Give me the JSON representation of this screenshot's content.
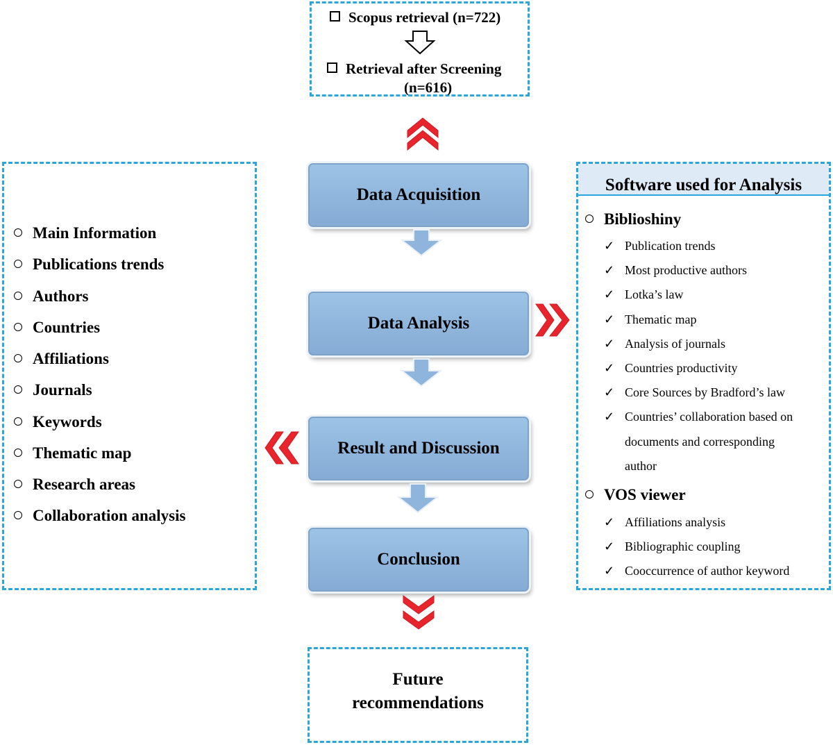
{
  "retrieval": {
    "scopus": "Scopus retrieval (n=722)",
    "after_line1": "Retrieval after Screening",
    "after_line2": "(n=616)"
  },
  "stages": [
    "Data  Acquisition",
    "Data Analysis",
    "Result and Discussion",
    "Conclusion"
  ],
  "results_list": [
    "Main Information",
    "Publications trends",
    "Authors",
    "Countries",
    "Affiliations",
    "Journals",
    "Keywords",
    "Thematic map",
    "Research areas",
    "Collaboration analysis"
  ],
  "software": {
    "title": "Software used for Analysis",
    "biblioshiny": {
      "name": "Biblioshiny",
      "items": [
        "Publication trends",
        "Most productive authors",
        "Lotka’s law",
        "Thematic map",
        "Analysis of journals",
        "Countries productivity",
        "Core Sources by Bradford’s law",
        "Countries’ collaboration based on",
        "documents and corresponding",
        "author"
      ]
    },
    "vos": {
      "name": "VOS viewer",
      "items": [
        "Affiliations analysis",
        "Bibliographic coupling",
        "Cooccurrence of author keyword"
      ]
    }
  },
  "future": {
    "line1": "Future",
    "line2": "recommendations"
  },
  "colors": {
    "dash_border": "#2aa6dd",
    "stage_fill": "#9dc3e6",
    "chevron_red": "#e8242c",
    "down_arrow": "#8fb5dc",
    "header_fill": "#deeaf6"
  }
}
